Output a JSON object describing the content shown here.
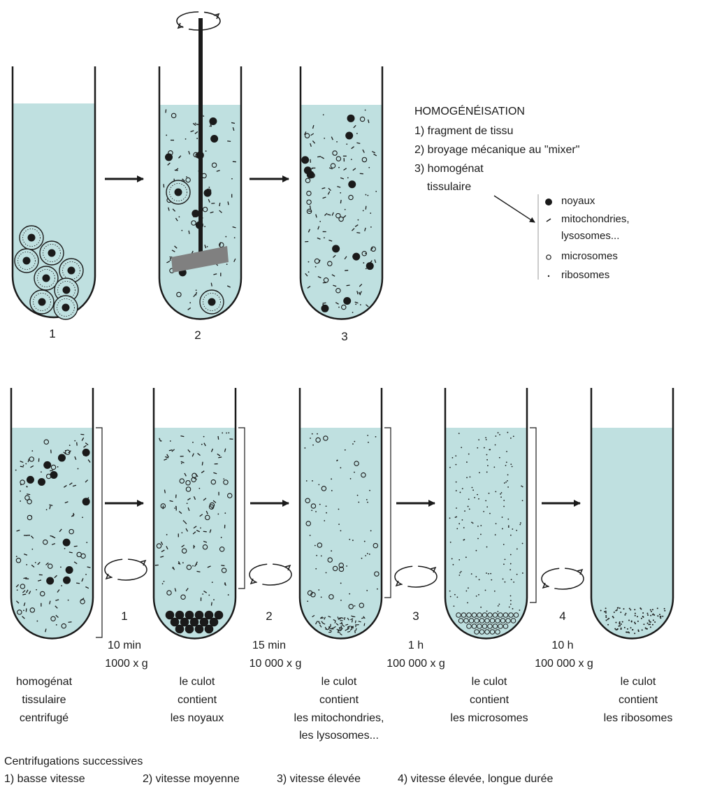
{
  "homogenisation": {
    "title": "HOMOGÉNÉISATION",
    "steps": [
      "1) fragment de tissu",
      "2) broyage mécanique au \"mixer\"",
      "3) homogénat",
      "tissulaire"
    ],
    "tube_numbers": [
      "1",
      "2",
      "3"
    ]
  },
  "legend": {
    "items": [
      {
        "symbol": "filled-dot",
        "label": "noyaux"
      },
      {
        "symbol": "dash",
        "label": "mitochondries,"
      },
      {
        "symbol": "none",
        "label": "lysosomes..."
      },
      {
        "symbol": "open-circle",
        "label": "microsomes"
      },
      {
        "symbol": "small-dot",
        "label": "ribosomes"
      }
    ]
  },
  "centrifugation": {
    "steps": [
      {
        "number": "1",
        "duration": "10 min",
        "force": "1000 x g"
      },
      {
        "number": "2",
        "duration": "15 min",
        "force": "10 000 x g"
      },
      {
        "number": "3",
        "duration": "1 h",
        "force": "100 000 x g"
      },
      {
        "number": "4",
        "duration": "10 h",
        "force": "100 000 x g"
      }
    ],
    "captions": [
      [
        "homogénat",
        "tissulaire",
        "centrifugé"
      ],
      [
        "le culot",
        "contient",
        "les noyaux"
      ],
      [
        "le culot",
        "contient",
        "les mitochondries,",
        "les lysosomes..."
      ],
      [
        "le culot",
        "contient",
        "les microsomes"
      ],
      [
        "le culot",
        "contient",
        "les ribosomes"
      ]
    ]
  },
  "footer": {
    "title": "Centrifugations successives",
    "items": [
      "1) basse vitesse",
      "2) vitesse moyenne",
      "3) vitesse élevée",
      "4) vitesse élevée, longue durée"
    ]
  },
  "colors": {
    "liquid": "#bfe0e0",
    "ink": "#1a1a1a",
    "blade": "#808080"
  }
}
